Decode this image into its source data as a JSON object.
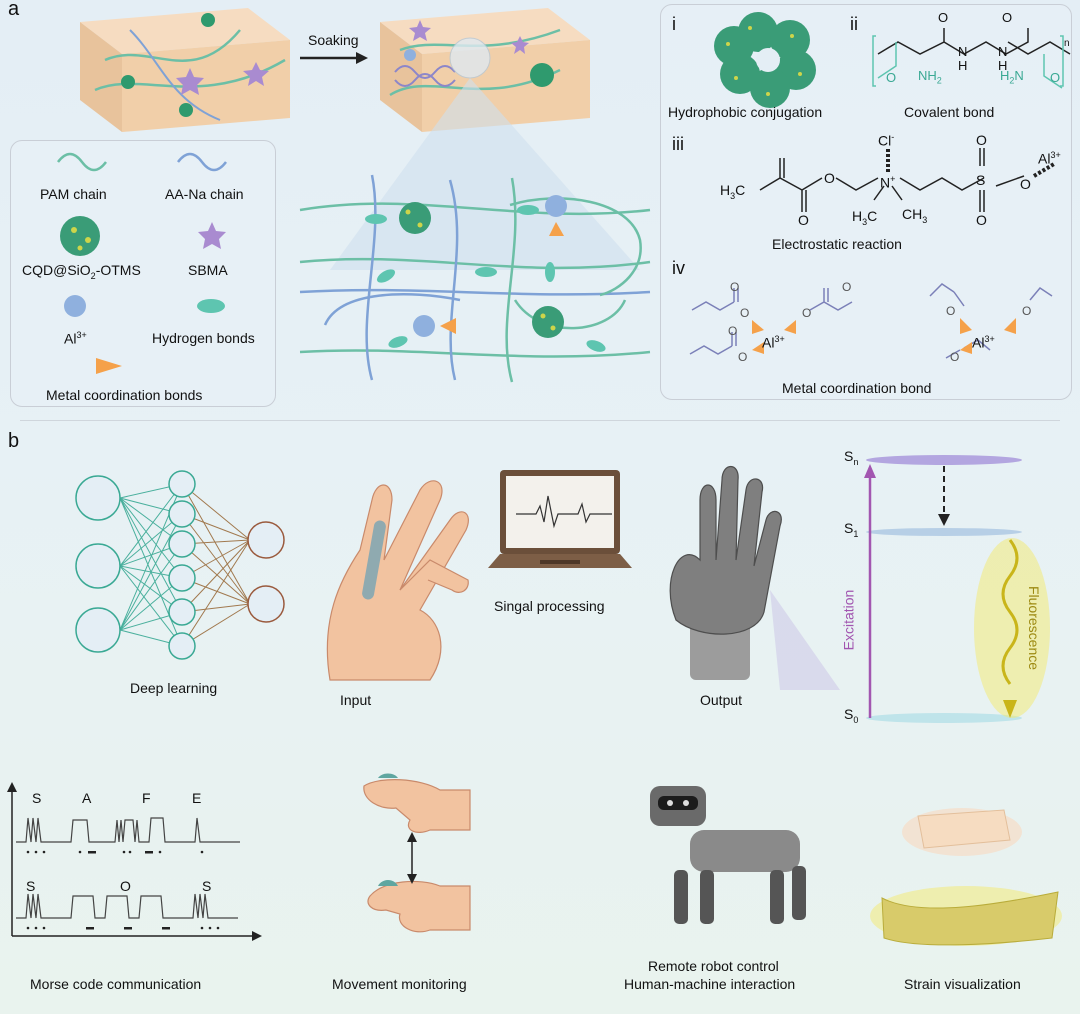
{
  "panel_a": {
    "letter": "a",
    "soaking": "Soaking",
    "legend": {
      "pam": "PAM chain",
      "aana": "AA-Na chain",
      "cqd_pre": "CQD@SiO",
      "cqd_sub": "2",
      "cqd_post": "-OTMS",
      "sbma": "SBMA",
      "al_base": "Al",
      "al_sup": "3+",
      "hbond": "Hydrogen bonds",
      "metal": "Metal coordination bonds"
    },
    "right": {
      "i": "i",
      "ii": "ii",
      "iii": "iii",
      "iv": "iv",
      "i_caption": "Hydrophobic conjugation",
      "ii_caption": "Covalent bond",
      "iii_caption": "Electrostatic reaction",
      "iv_caption": "Metal coordination bond",
      "chem": {
        "O": "O",
        "N": "N",
        "H": "H",
        "n": "n",
        "NH2": "NH",
        "H2N": "H",
        "two": "2",
        "H3C": "H",
        "three": "3",
        "C": "C",
        "CH3": "CH",
        "S": "S",
        "Cl": "Cl",
        "minus": "-",
        "plus": "+",
        "Al": "Al",
        "Al_sup": "3+",
        "NH2_tail": "N",
        "H2N_tail": "N"
      }
    }
  },
  "panel_b": {
    "letter": "b",
    "deep_learning": "Deep learning",
    "input": "Input",
    "signal": "Singal processing",
    "output": "Output",
    "jablonski": {
      "sn": "S",
      "sn_sub": "n",
      "s1": "S",
      "s1_sub": "1",
      "s0": "S",
      "s0_sub": "0",
      "excitation": "Excitation",
      "fluorescence": "Fluorescence"
    },
    "morse": {
      "row1": [
        "S",
        "A",
        "F",
        "E"
      ],
      "row2": [
        "S",
        "O",
        "S"
      ],
      "caption": "Morse code communication"
    },
    "movement": "Movement monitoring",
    "robot_line1": "Remote robot control",
    "robot_line2": "Human-machine interaction",
    "strain": "Strain visualization"
  },
  "colors": {
    "green_chain": "#6cbfa6",
    "blue_chain": "#7fa2d6",
    "teal": "#5ec5b0",
    "purple": "#a98bd0",
    "orange": "#f5a14a",
    "al_blue": "#8fb0de",
    "excitation": "#a256b0",
    "fluorescence": "#d6c41f"
  }
}
